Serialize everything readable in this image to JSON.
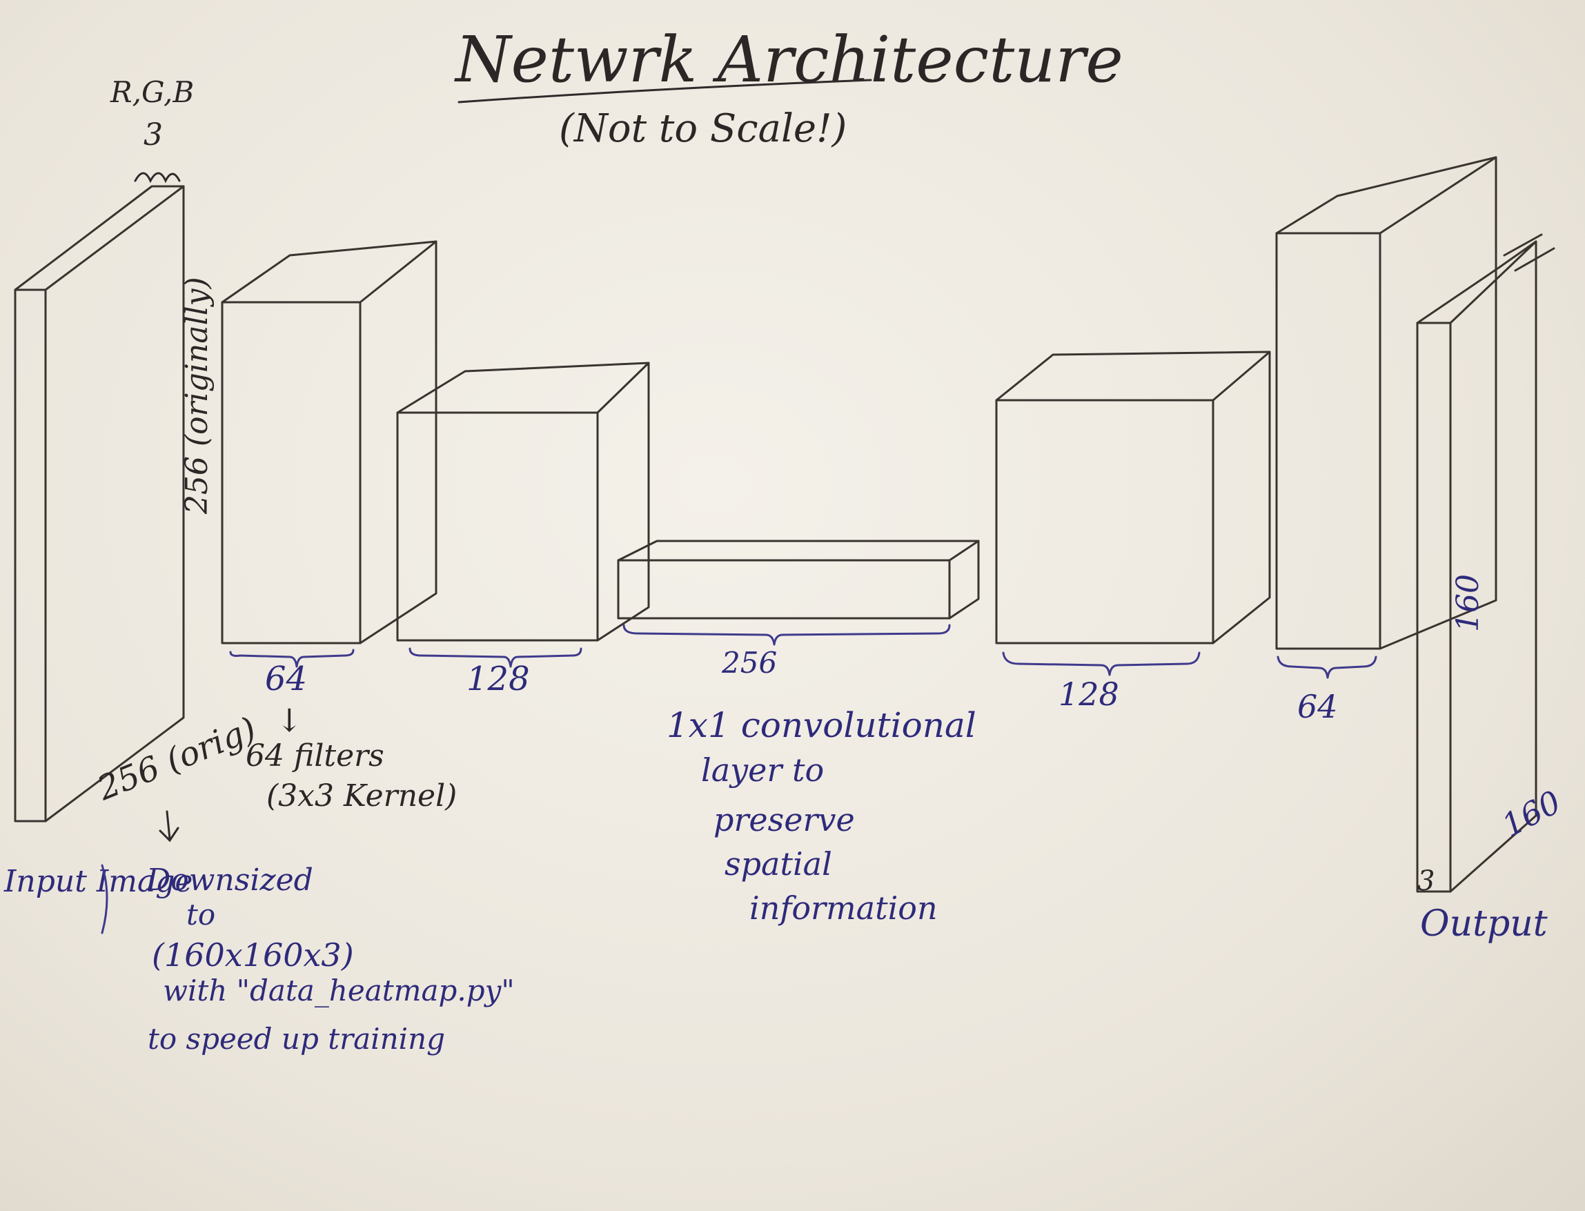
{
  "title": "Netwrk Architecture",
  "subtitle": "(Not to Scale!)",
  "input": {
    "channels_label": "R,G,B",
    "channels_count": "3",
    "height_label": "256 (originally)",
    "width_label": "256 (orig)",
    "name": "Input Image",
    "note_line1": "Downsized",
    "note_line2": "to",
    "note_line3": "(160x160x3)",
    "note_line4": "with \"data_heatmap.py\"",
    "note_line5": "to speed up training"
  },
  "layers": [
    {
      "depth_label": "64"
    },
    {
      "depth_label": "128"
    },
    {
      "depth_label": "256"
    },
    {
      "depth_label": "128"
    },
    {
      "depth_label": "64"
    }
  ],
  "layer1_note": {
    "arrow": "↓",
    "line1": "64 filters",
    "line2": "(3x3 Kernel)"
  },
  "middle_note": {
    "line1": "1x1 convolutional",
    "line2": "layer to",
    "line3": "preserve",
    "line4": "spatial",
    "line5": "information"
  },
  "output": {
    "height_label": "160",
    "width_label": "160",
    "channels_label": "3",
    "name": "Output"
  },
  "colors": {
    "ink_blue": "#3f3a8c",
    "pencil": "#3a3430",
    "paper": "#f2eee6"
  }
}
